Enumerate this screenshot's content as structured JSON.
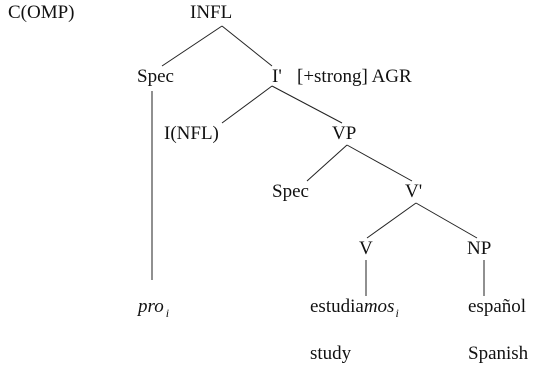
{
  "diagram": {
    "type": "syntax-tree",
    "nodes": {
      "comp_top": "C(OMP)",
      "infl_top": "INFL",
      "spec_upper": "Spec",
      "ibar": "I'",
      "ibar_features": "[+strong] AGR",
      "infl_nfl": "I(NFL)",
      "vp": "VP",
      "spec_lower": "Spec",
      "vbar": "V'",
      "v": "V",
      "np": "NP"
    },
    "leaves": {
      "pro": {
        "stem": "pro",
        "index": "i"
      },
      "verb": {
        "stem": "estudia",
        "suffix": "mos",
        "index": "i",
        "gloss": "study"
      },
      "object": {
        "word": "español",
        "gloss": "Spanish"
      }
    },
    "colors": {
      "line": "#222222",
      "text": "#111111",
      "background": "#ffffff"
    }
  }
}
